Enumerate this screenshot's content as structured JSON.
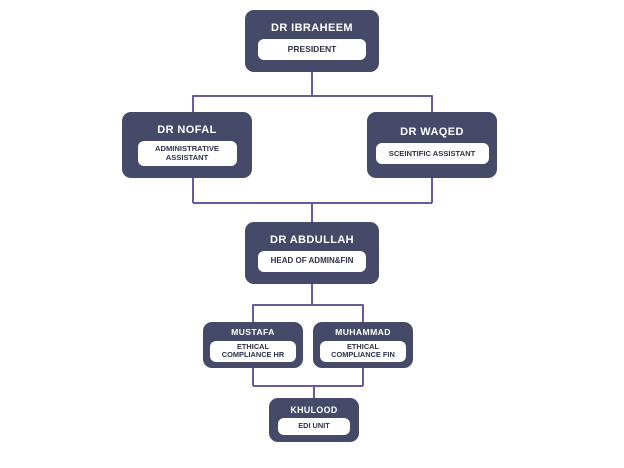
{
  "colors": {
    "canvas_background": "#ffffff",
    "node_fill": "#454a68",
    "node_title_text": "#ffffff",
    "pill_fill": "#ffffff",
    "pill_text": "#2e3148",
    "connector_line": "#6a5a9b"
  },
  "chart": {
    "type": "org-chart",
    "orientation": "top-down"
  },
  "nodes": {
    "president": {
      "name": "DR IBRAHEEM",
      "role": "PRESIDENT"
    },
    "nofal": {
      "name": "DR NOFAL",
      "role": "ADMINISTRATIVE ASSISTANT"
    },
    "waqed": {
      "name": "DR WAQED",
      "role": "SCEINTIFIC ASSISTANT"
    },
    "abdullah": {
      "name": "DR ABDULLAH",
      "role": "HEAD OF ADMIN&FIN"
    },
    "mustafa": {
      "name": "MUSTAFA",
      "role": "ETHICAL COMPLIANCE HR"
    },
    "muhammad": {
      "name": "MUHAMMAD",
      "role": "ETHICAL COMPLIANCE FIN"
    },
    "khulood": {
      "name": "KHULOOD",
      "role": "EDI UNIT"
    }
  },
  "edges": [
    {
      "from": "president",
      "to": "nofal"
    },
    {
      "from": "president",
      "to": "waqed"
    },
    {
      "from": "nofal",
      "to": "abdullah"
    },
    {
      "from": "waqed",
      "to": "abdullah"
    },
    {
      "from": "abdullah",
      "to": "mustafa"
    },
    {
      "from": "abdullah",
      "to": "muhammad"
    },
    {
      "from": "mustafa",
      "to": "khulood"
    },
    {
      "from": "muhammad",
      "to": "khulood"
    }
  ]
}
